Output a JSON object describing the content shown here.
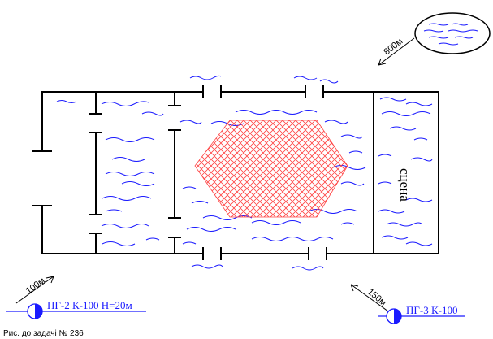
{
  "distances": {
    "to_lake": "800м",
    "to_hydrant_left": "100м",
    "to_hydrant_right": "150м"
  },
  "stage_label": "сцена",
  "hydrants": {
    "left_label": "ПГ-2 К-100 Н=20м",
    "right_label": "ПГ-3 К-100"
  },
  "caption": "Рис. до задачі № 236",
  "colors": {
    "walls": "#000000",
    "smoke": "#1a1aff",
    "fire": "#ff4444"
  }
}
